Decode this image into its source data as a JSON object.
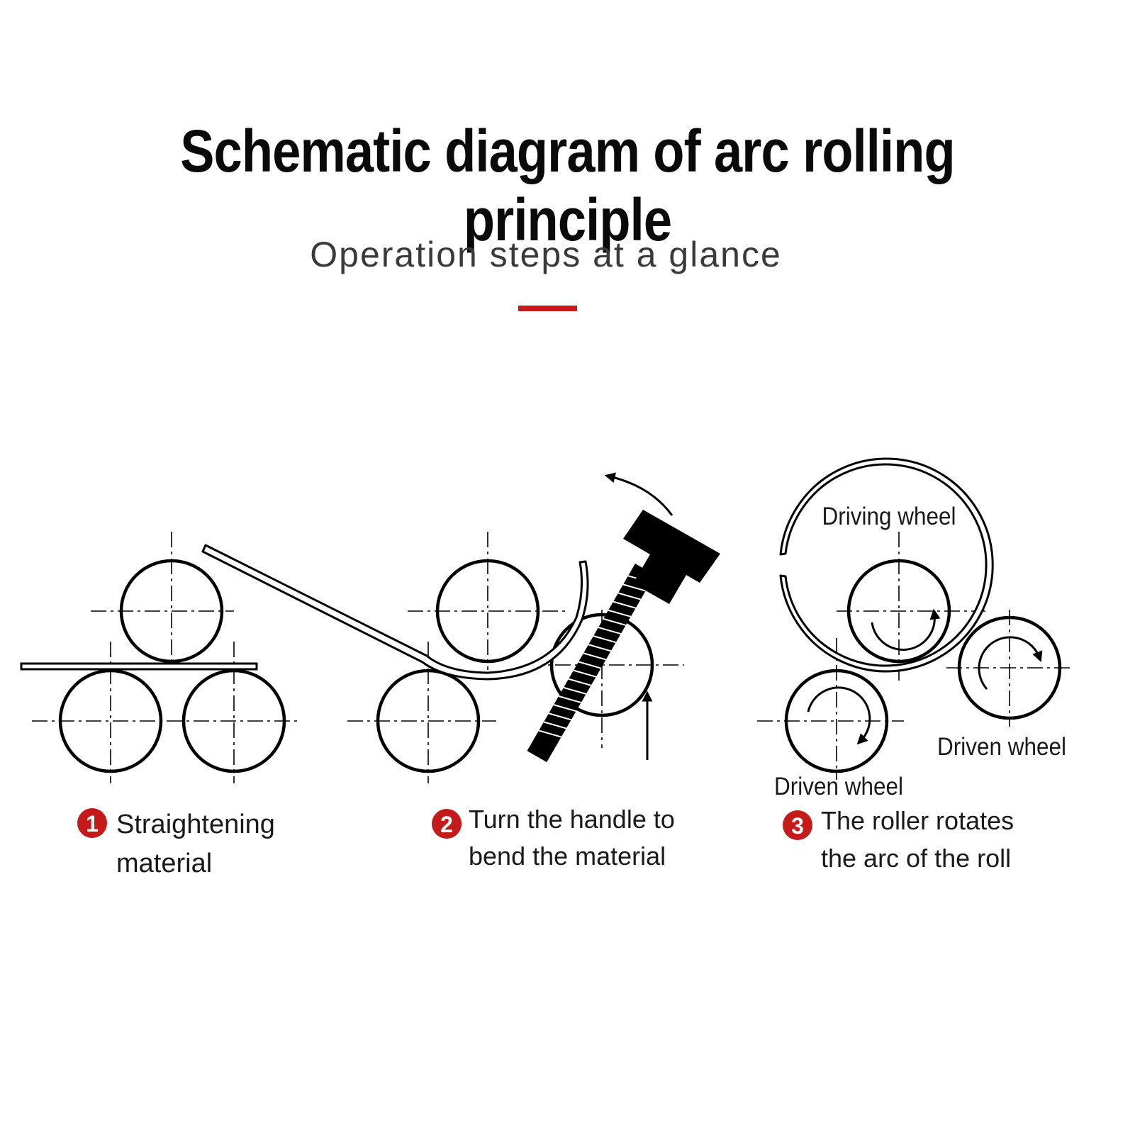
{
  "title": "Schematic diagram of arc rolling principle",
  "subtitle": "Operation steps at a glance",
  "colors": {
    "accent": "#c41a1a",
    "line": "#000000",
    "text": "#1a1a1a"
  },
  "steps": [
    {
      "number": "1",
      "line1": "Straightening",
      "line2": "material"
    },
    {
      "number": "2",
      "line1": "Turn the handle to",
      "line2": "bend the material"
    },
    {
      "number": "3",
      "line1": "The roller rotates",
      "line2": "the arc of the roll"
    }
  ],
  "labels": {
    "driving_wheel": "Driving wheel",
    "driven_wheel_right": "Driven wheel",
    "driven_wheel_left": "Driven wheel"
  }
}
